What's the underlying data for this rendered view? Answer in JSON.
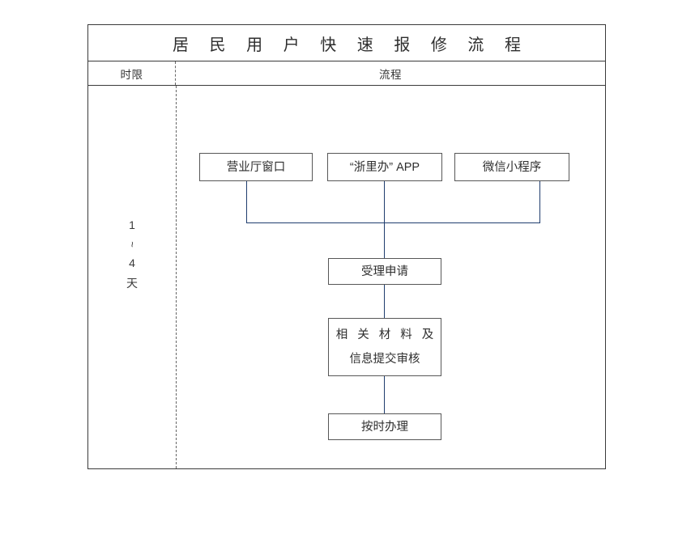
{
  "title": "居 民 用 户 快 速 报 修 流 程",
  "header": {
    "limit_label": "时限",
    "flow_label": "流程"
  },
  "time_column": {
    "lines": [
      "1",
      "~",
      "4",
      "天"
    ],
    "plain": "1~4天"
  },
  "boxes": {
    "hall": "营业厅窗口",
    "app": "“浙里办” APP",
    "miniapp": "微信小程序",
    "accept": "受理申请",
    "materials_line1": "相 关 材 料 及",
    "materials_line2": "信息提交审核",
    "handle": "按时办理"
  },
  "colors": {
    "connector": "#1f3d6e",
    "box_border": "#575757",
    "frame_border": "#3a3a3a",
    "divider": "#666666",
    "text": "#2e2e2e",
    "background": "#ffffff"
  }
}
